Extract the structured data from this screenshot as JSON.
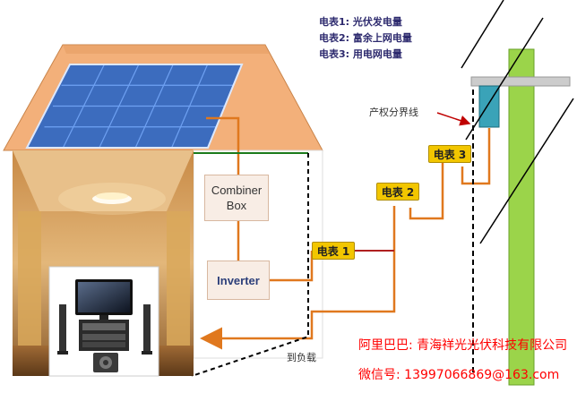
{
  "legend": {
    "line1": "电表1: 光伏发电量",
    "line2": "电表2: 富余上网电量",
    "line3": "电表3: 用电网电量"
  },
  "labels": {
    "combiner": "Combiner\nBox",
    "inverter": "Inverter",
    "boundary": "产权分界线",
    "load": "到负载"
  },
  "meters": [
    "电表 1",
    "电表 2",
    "电表 3"
  ],
  "watermark": {
    "line1": "阿里巴巴: 青海祥光光伏科技有限公司",
    "line2": "微信号: 13997066869@163.com"
  },
  "colors": {
    "roof": "#f3b07a",
    "panel": "#4a86e8",
    "wire": "#e0781e",
    "meter": "#f2c600",
    "pole": "#9bd44a",
    "text_red": "#ff0000",
    "legend_text": "#2d2a6e"
  }
}
